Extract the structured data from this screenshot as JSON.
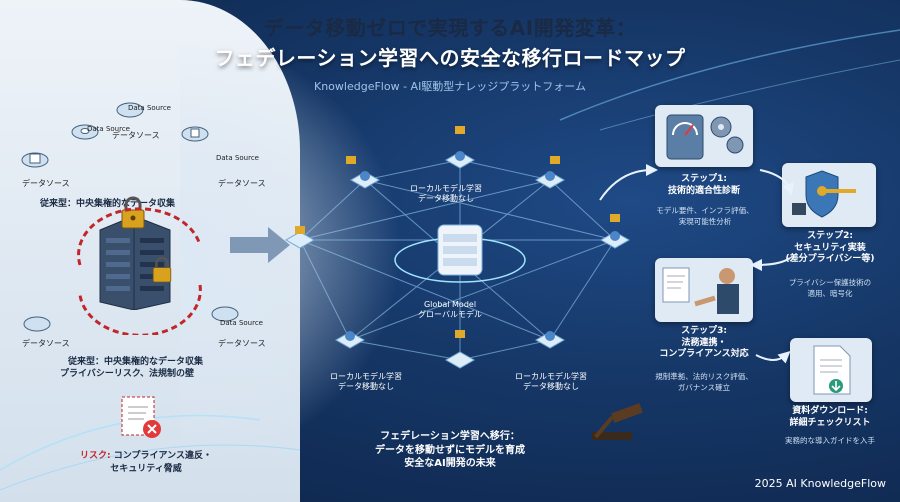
{
  "header": {
    "title_line1": "データ移動ゼロで実現するAI開発変革：",
    "title_line2": "フェデレーション学習への安全な移行ロードマップ",
    "subtitle": "KnowledgeFlow - AI駆動型ナレッジプラットフォーム"
  },
  "left": {
    "data_source_en": "Data Source",
    "data_source_jp": "データソース",
    "centralized_top": "従来型：中央集権的なデータ収集",
    "centralized_bottom_1": "従来型：中央集権的なデータ収集",
    "centralized_bottom_2": "プライバシーリスク、法規制の壁",
    "risk_label": "リスク:",
    "risk_line1": "コンプライアンス違反・",
    "risk_line2": "セキュリティ脅威"
  },
  "center": {
    "local_model_1": "ローカルモデル学習",
    "local_model_2": "データ移動なし",
    "global_model_en": "Global Model",
    "global_model_jp": "グローバルモデル",
    "bottom_1": "フェデレーション学習へ移行：",
    "bottom_2": "データを移動せずにモデルを育成",
    "bottom_3": "安全なAI開発の未来"
  },
  "steps": [
    {
      "title_1": "ステップ1:",
      "title_2": "技術的適合性診断",
      "desc_1": "モデル要件、インフラ評価、",
      "desc_2": "実現可能性分析"
    },
    {
      "title_1": "ステップ2:",
      "title_2": "セキュリティ実装",
      "title_3": "(差分プライバシー等)",
      "desc_1": "プライバシー保護技術の",
      "desc_2": "適用、暗号化"
    },
    {
      "title_1": "ステップ3:",
      "title_2": "法務連携・",
      "title_3": "コンプライアンス対応",
      "desc_1": "規制準拠、法的リスク評価、",
      "desc_2": "ガバナンス確立"
    },
    {
      "title_1": "資料ダウンロード:",
      "title_2": "詳細チェックリスト",
      "desc_1": "実務的な導入ガイドを入手"
    }
  ],
  "footer": {
    "copyright": "2025 AI KnowledgeFlow"
  }
}
